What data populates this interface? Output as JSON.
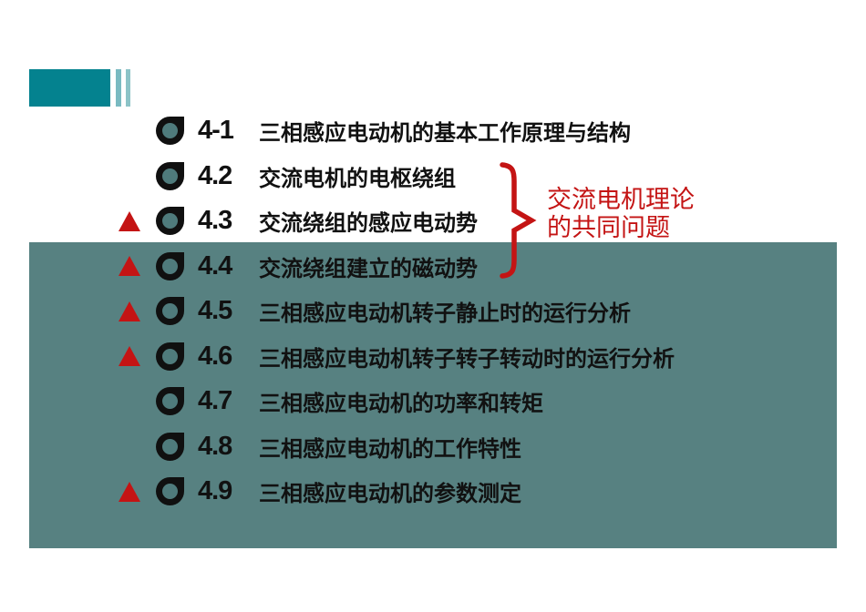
{
  "slide": {
    "colors": {
      "red": "#c41414",
      "teal_bg": "#578181",
      "deco_main": "#04828f",
      "deco_bar1": "#79bac1",
      "deco_bar2": "#8cc3c7",
      "bullet_ring": "#101010",
      "bullet_hole": "#4f7b7c",
      "text": "#111111"
    },
    "items": [
      {
        "number": "4-1",
        "title": "三相感应电动机的基本工作原理与结构",
        "marked": false
      },
      {
        "number": "4.2",
        "title": "交流电机的电枢绕组",
        "marked": false
      },
      {
        "number": "4.3",
        "title": "交流绕组的感应电动势",
        "marked": true
      },
      {
        "number": "4.4",
        "title": "交流绕组建立的磁动势",
        "marked": true
      },
      {
        "number": "4.5",
        "title": "三相感应电动机转子静止时的运行分析",
        "marked": true
      },
      {
        "number": "4.6",
        "title": "三相感应电动机转子转子转动时的运行分析",
        "marked": true
      },
      {
        "number": "4.7",
        "title": "三相感应电动机的功率和转矩",
        "marked": false
      },
      {
        "number": "4.8",
        "title": "三相感应电动机的工作特性",
        "marked": false
      },
      {
        "number": "4.9",
        "title": "三相感应电动机的参数测定",
        "marked": true
      }
    ],
    "annotation": {
      "line1": "交流电机理论",
      "line2": "的共同问题"
    }
  }
}
